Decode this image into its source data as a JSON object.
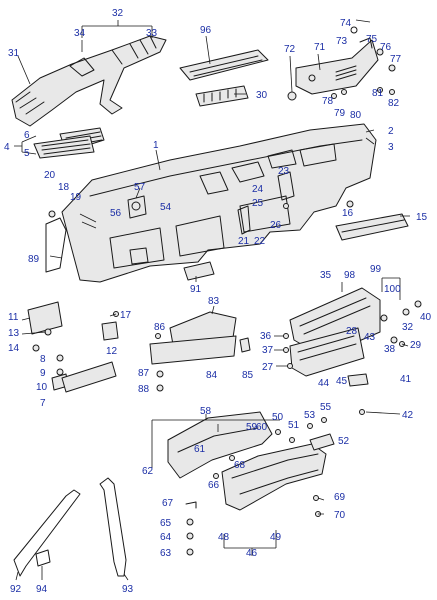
{
  "callouts": [
    {
      "id": "c32",
      "label": "32"
    },
    {
      "id": "c34",
      "label": "34"
    },
    {
      "id": "c33",
      "label": "33"
    },
    {
      "id": "c31",
      "label": "31"
    },
    {
      "id": "c96",
      "label": "96"
    },
    {
      "id": "c72",
      "label": "72"
    },
    {
      "id": "c74",
      "label": "74"
    },
    {
      "id": "c73",
      "label": "73"
    },
    {
      "id": "c71",
      "label": "71"
    },
    {
      "id": "c75",
      "label": "75"
    },
    {
      "id": "c76",
      "label": "76"
    },
    {
      "id": "c77",
      "label": "77"
    },
    {
      "id": "c30",
      "label": "30"
    },
    {
      "id": "c78",
      "label": "78"
    },
    {
      "id": "c79",
      "label": "79"
    },
    {
      "id": "c80",
      "label": "80"
    },
    {
      "id": "c81",
      "label": "81"
    },
    {
      "id": "c82",
      "label": "82"
    },
    {
      "id": "c6",
      "label": "6"
    },
    {
      "id": "c4",
      "label": "4"
    },
    {
      "id": "c5",
      "label": "5"
    },
    {
      "id": "c1",
      "label": "1"
    },
    {
      "id": "c2",
      "label": "2"
    },
    {
      "id": "c3",
      "label": "3"
    },
    {
      "id": "c20",
      "label": "20"
    },
    {
      "id": "c18",
      "label": "18"
    },
    {
      "id": "c19",
      "label": "19"
    },
    {
      "id": "c57",
      "label": "57"
    },
    {
      "id": "c23",
      "label": "23"
    },
    {
      "id": "c24",
      "label": "24"
    },
    {
      "id": "c25",
      "label": "25"
    },
    {
      "id": "c56",
      "label": "56"
    },
    {
      "id": "c54",
      "label": "54"
    },
    {
      "id": "c16",
      "label": "16"
    },
    {
      "id": "c15",
      "label": "15"
    },
    {
      "id": "c26",
      "label": "26"
    },
    {
      "id": "c21",
      "label": "21"
    },
    {
      "id": "c22",
      "label": "22"
    },
    {
      "id": "c89",
      "label": "89"
    },
    {
      "id": "c91",
      "label": "91"
    },
    {
      "id": "c11",
      "label": "11"
    },
    {
      "id": "c13",
      "label": "13"
    },
    {
      "id": "c14",
      "label": "14"
    },
    {
      "id": "c17",
      "label": "17"
    },
    {
      "id": "c12",
      "label": "12"
    },
    {
      "id": "c8",
      "label": "8"
    },
    {
      "id": "c9",
      "label": "9"
    },
    {
      "id": "c10",
      "label": "10"
    },
    {
      "id": "c7",
      "label": "7"
    },
    {
      "id": "c83",
      "label": "83"
    },
    {
      "id": "c86",
      "label": "86"
    },
    {
      "id": "c87",
      "label": "87"
    },
    {
      "id": "c88",
      "label": "88"
    },
    {
      "id": "c84",
      "label": "84"
    },
    {
      "id": "c85",
      "label": "85"
    },
    {
      "id": "c35",
      "label": "35"
    },
    {
      "id": "c98",
      "label": "98"
    },
    {
      "id": "c99",
      "label": "99"
    },
    {
      "id": "c100",
      "label": "100"
    },
    {
      "id": "c40",
      "label": "40"
    },
    {
      "id": "c32b",
      "label": "32"
    },
    {
      "id": "c36",
      "label": "36"
    },
    {
      "id": "c37",
      "label": "37"
    },
    {
      "id": "c28",
      "label": "28"
    },
    {
      "id": "c43",
      "label": "43"
    },
    {
      "id": "c38",
      "label": "38"
    },
    {
      "id": "c29",
      "label": "29"
    },
    {
      "id": "c27",
      "label": "27"
    },
    {
      "id": "c44",
      "label": "44"
    },
    {
      "id": "c45",
      "label": "45"
    },
    {
      "id": "c41",
      "label": "41"
    },
    {
      "id": "c42",
      "label": "42"
    },
    {
      "id": "c58",
      "label": "58"
    },
    {
      "id": "c59",
      "label": "59"
    },
    {
      "id": "c60",
      "label": "60"
    },
    {
      "id": "c61",
      "label": "61"
    },
    {
      "id": "c62",
      "label": "62"
    },
    {
      "id": "c68",
      "label": "68"
    },
    {
      "id": "c66",
      "label": "66"
    },
    {
      "id": "c50",
      "label": "50"
    },
    {
      "id": "c51",
      "label": "51"
    },
    {
      "id": "c53",
      "label": "53"
    },
    {
      "id": "c55",
      "label": "55"
    },
    {
      "id": "c52",
      "label": "52"
    },
    {
      "id": "c67",
      "label": "67"
    },
    {
      "id": "c65",
      "label": "65"
    },
    {
      "id": "c64",
      "label": "64"
    },
    {
      "id": "c63",
      "label": "63"
    },
    {
      "id": "c48",
      "label": "48"
    },
    {
      "id": "c49",
      "label": "49"
    },
    {
      "id": "c46",
      "label": "46"
    },
    {
      "id": "c69",
      "label": "69"
    },
    {
      "id": "c70",
      "label": "70"
    },
    {
      "id": "c92",
      "label": "92"
    },
    {
      "id": "c94",
      "label": "94"
    },
    {
      "id": "c93",
      "label": "93"
    }
  ],
  "colors": {
    "callout_text": "#1c2fa6",
    "line": "#1a1a1a"
  }
}
